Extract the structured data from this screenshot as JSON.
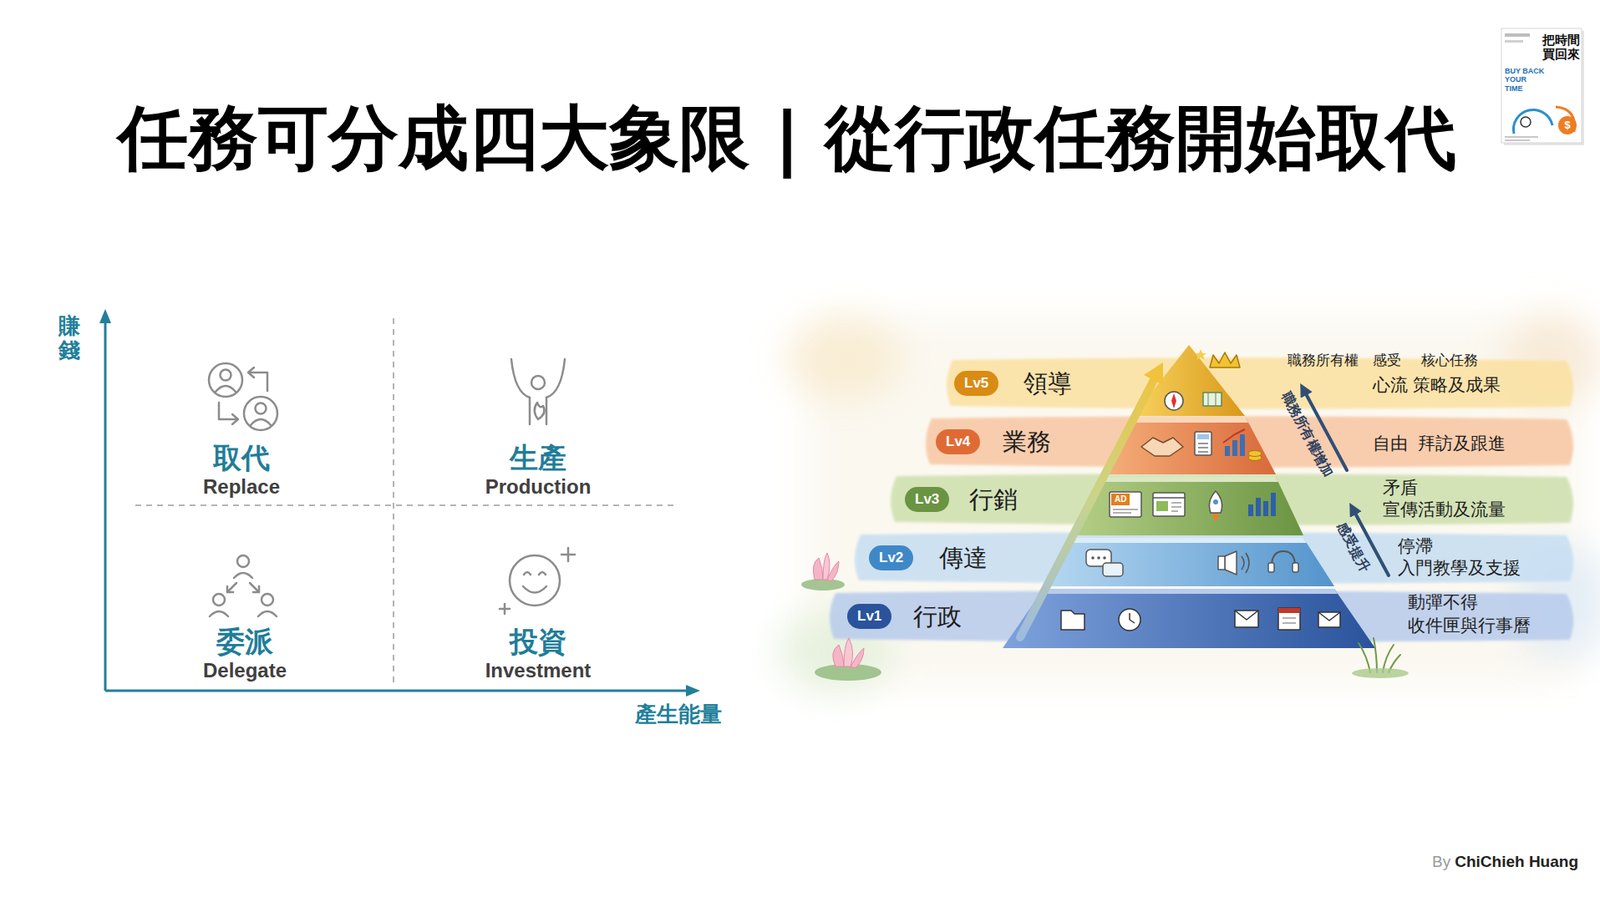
{
  "diagram": {
    "title": "任務可分成四大象限 | 從行政任務開始取代",
    "nodes": [
      {
        "text": [
          "取代",
          "Replace"
        ]
      },
      {
        "text": [
          "生產",
          "Production"
        ]
      },
      {
        "text": [
          "委派",
          "Delegate"
        ]
      },
      {
        "text": [
          "投資",
          "Investment"
        ]
      },
      {
        "text": [
          "領導",
          "心流",
          "策略及成果"
        ]
      },
      {
        "text": [
          "Lv5"
        ],
        "in": 4
      },
      {
        "text": [
          "業務",
          "自由",
          "拜訪及跟進"
        ]
      },
      {
        "text": [
          "Lv4"
        ],
        "in": 6
      },
      {
        "text": [
          "行銷",
          "矛盾",
          "宣傳活動及流量"
        ]
      },
      {
        "text": [
          "Lv3"
        ],
        "in": 8
      },
      {
        "text": [
          "傳達",
          "停滯",
          "入門教學及支援"
        ]
      },
      {
        "text": [
          "Lv2"
        ],
        "in": 10
      },
      {
        "text": [
          "行政",
          "動彈不得",
          "收件匣與行事曆"
        ]
      },
      {
        "text": [
          "Lv1"
        ],
        "in": 12
      }
    ],
    "labels": [
      "BUY BACK YOUR TIME",
      "把時間買回來",
      "$",
      "賺錢",
      "產生能量",
      "職務所有權",
      "感受",
      "核心任務",
      "職務所有權增加",
      "感受提升",
      "AD",
      "By",
      "ChiChieh Huang"
    ]
  }
}
